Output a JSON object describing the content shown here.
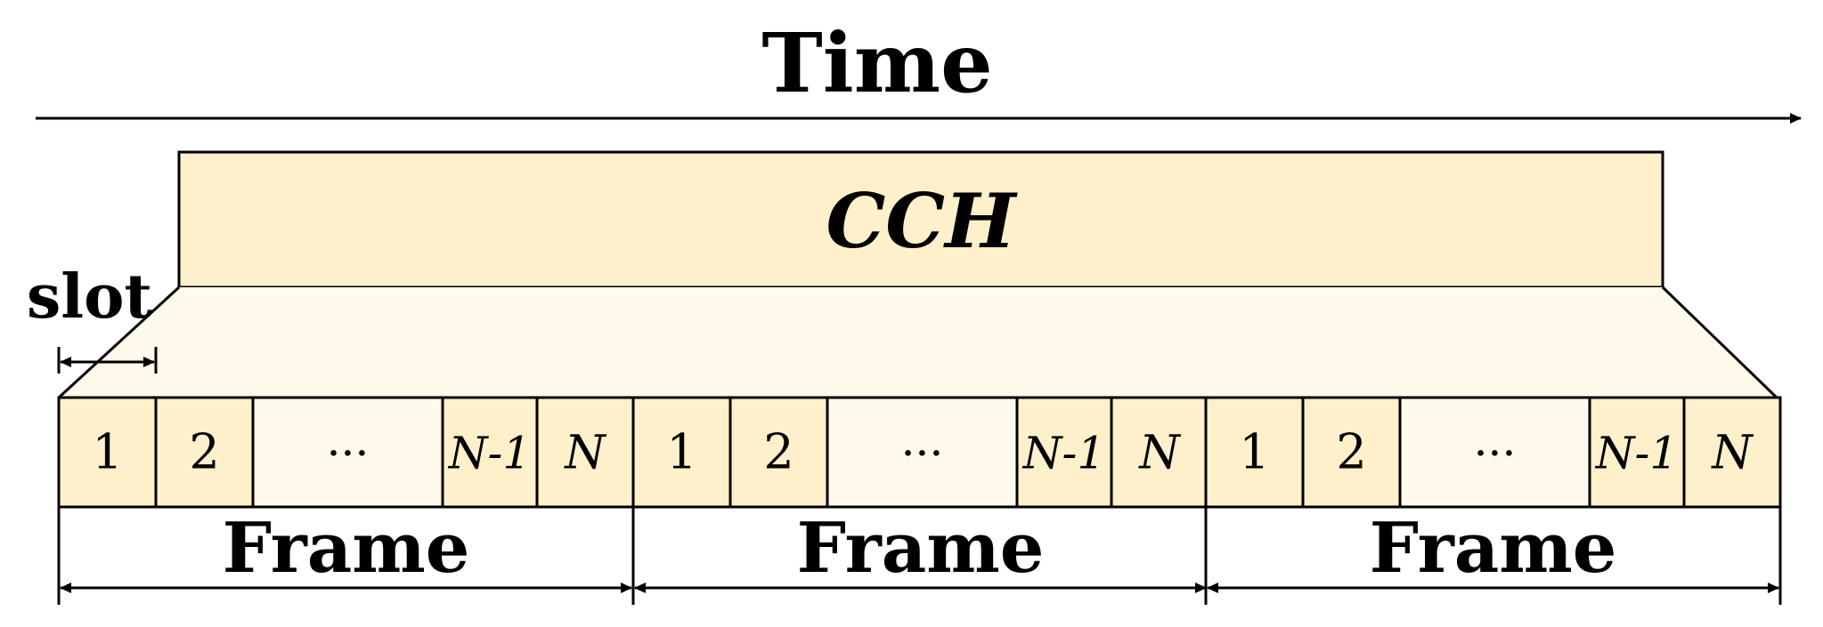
{
  "diagram": {
    "time_label": "Time",
    "channel_label": "CCH",
    "slot_label": "slot",
    "frame_label": "Frame",
    "slot_labels": [
      "1",
      "2",
      "···",
      "N-1",
      "N"
    ],
    "colors": {
      "cch_fill": "#fef0cb",
      "slot_fill": "#fef0cb",
      "light_fill": "#fffaeb",
      "stroke": "#000000"
    }
  }
}
